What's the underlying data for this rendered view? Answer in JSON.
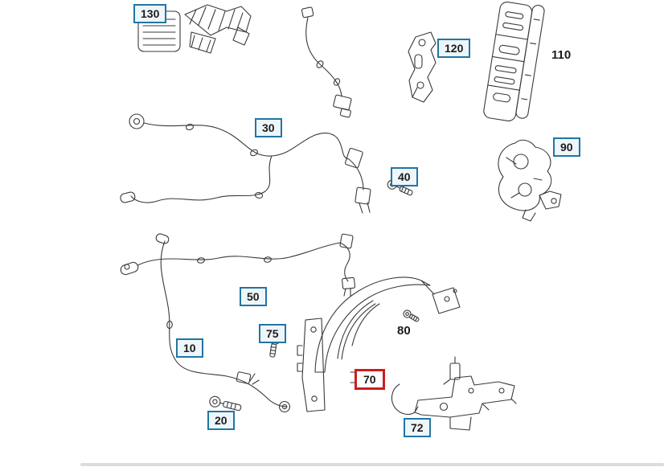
{
  "diagram": {
    "highlighted_label": "70",
    "labels": [
      {
        "id": "130",
        "style": "box"
      },
      {
        "id": "120",
        "style": "box"
      },
      {
        "id": "110",
        "style": "plain"
      },
      {
        "id": "90",
        "style": "box"
      },
      {
        "id": "30",
        "style": "box"
      },
      {
        "id": "40",
        "style": "box"
      },
      {
        "id": "50",
        "style": "box"
      },
      {
        "id": "75",
        "style": "box"
      },
      {
        "id": "80",
        "style": "plain"
      },
      {
        "id": "10",
        "style": "box"
      },
      {
        "id": "70",
        "style": "box-highlight"
      },
      {
        "id": "72",
        "style": "box"
      },
      {
        "id": "20",
        "style": "box"
      }
    ],
    "colors": {
      "label_border": "#2076a3",
      "label_bg": "#eef6fa",
      "highlight_border": "#cf1d1d",
      "line_color": "#3a3a3a"
    }
  }
}
